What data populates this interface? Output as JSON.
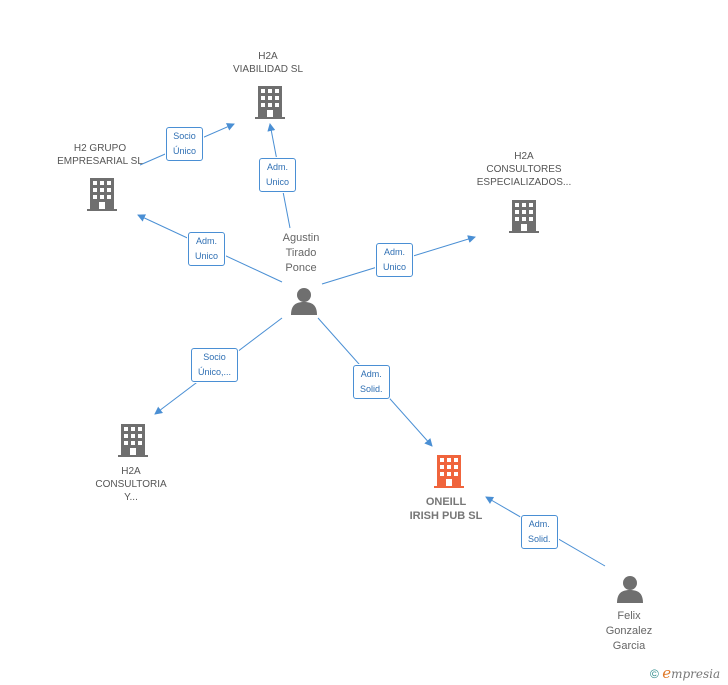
{
  "nodes": {
    "h2a_viabilidad": {
      "label": "H2A\nVIABILIDAD SL",
      "kind": "company"
    },
    "h2_grupo": {
      "label": "H2 GRUPO\nEMPRESARIAL SL",
      "kind": "company"
    },
    "h2a_consultores": {
      "label": "H2A\nCONSULTORES\nESPECIALIZADOS...",
      "kind": "company"
    },
    "agustin": {
      "label": "Agustin\nTirado\nPonce",
      "kind": "person"
    },
    "h2a_consultoria": {
      "label": "H2A\nCONSULTORIA\nY...",
      "kind": "company"
    },
    "oneill": {
      "label": "ONEILL\nIRISH PUB SL",
      "kind": "company-focus"
    },
    "felix": {
      "label": "Felix\nGonzalez\nGarcia",
      "kind": "person"
    }
  },
  "edges": {
    "socio_unico": "Socio\nÚnico",
    "adm_unico_viab": "Adm.\nUnico",
    "adm_unico_grupo": "Adm.\nUnico",
    "adm_unico_consultores": "Adm.\nUnico",
    "socio_unico_consultoria": "Socio\nÚnico,...",
    "adm_solid_agustin": "Adm.\nSolid.",
    "adm_solid_felix": "Adm.\nSolid."
  },
  "colors": {
    "company": "#6f6f6f",
    "focus": "#f0643c",
    "person": "#6f6f6f",
    "edge": "#4a8fd4"
  },
  "brand": {
    "copyright": "©",
    "e": "e",
    "rest": "mpresia"
  }
}
